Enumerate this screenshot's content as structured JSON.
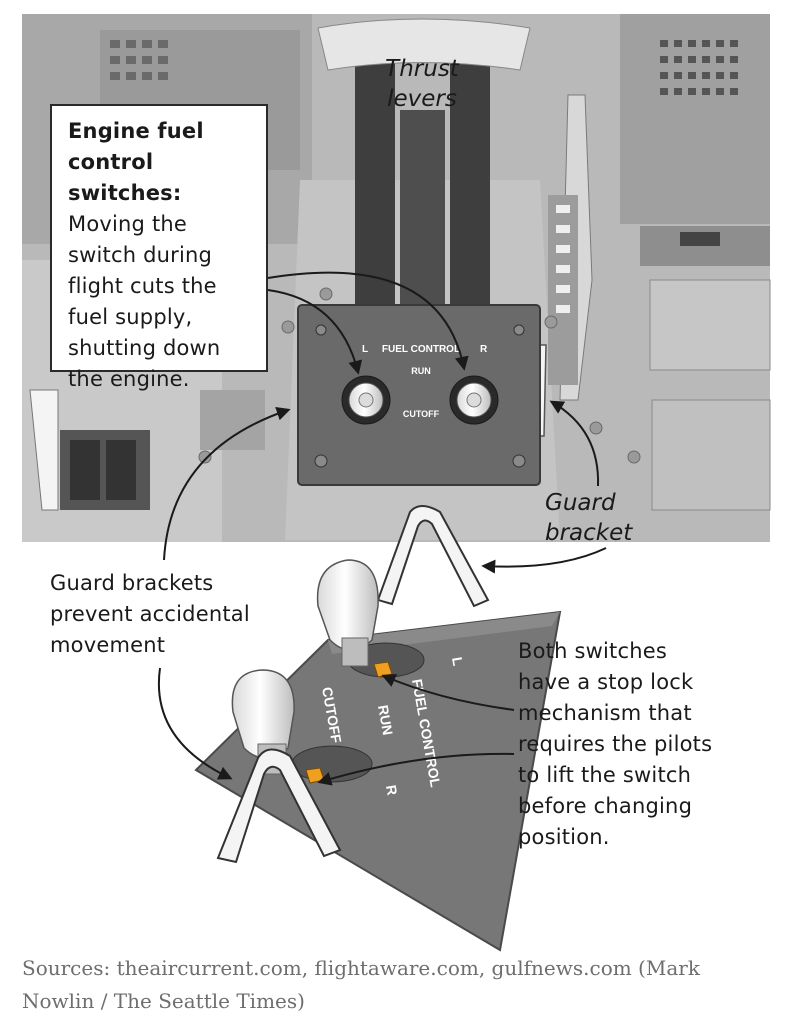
{
  "labels": {
    "thrust_levers": [
      "Thrust",
      "levers"
    ],
    "engine_box_title": [
      "Engine fuel",
      "control switches:"
    ],
    "engine_box_body": [
      "Moving the",
      "switch during",
      "flight cuts the",
      "fuel supply,",
      "shutting down",
      "the engine."
    ],
    "guard_bracket": [
      "Guard",
      "bracket"
    ],
    "guard_brackets_note": [
      "Guard brackets",
      "prevent accidental",
      "movement"
    ],
    "stop_lock_note": [
      "Both switches",
      "have a stop lock",
      "mechanism that",
      "requires the pilots",
      "to lift the switch",
      "before changing",
      "position."
    ]
  },
  "panel": {
    "left": "L",
    "right": "R",
    "fuel_control": "FUEL CONTROL",
    "run": "RUN",
    "cutoff": "CUTOFF"
  },
  "closeup": {
    "left": "L",
    "right": "R",
    "fuel_control": "FUEL CONTROL",
    "run": "RUN",
    "cutoff": "CUTOFF"
  },
  "sources": [
    "Sources: theaircurrent.com, flightaware.com, gulfnews.com (Mark",
    "Nowlin / The Seattle Times)"
  ],
  "colors": {
    "cockpit_bg": "#b9b9b9",
    "panel_dark": "#5f5f5f",
    "knob": "#f2f2f2",
    "stop_lock": "#f0a020",
    "text": "#1a1a1a",
    "sources_text": "#6e6e6e"
  }
}
